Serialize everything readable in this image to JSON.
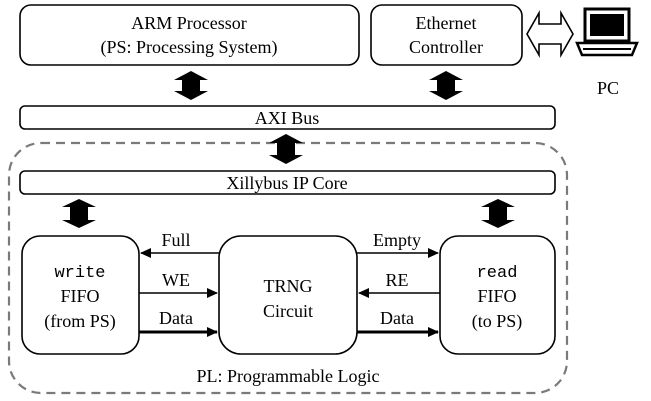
{
  "arm": {
    "line1": "ARM Processor",
    "line2": "(PS: Processing System)"
  },
  "ethernet": {
    "line1": "Ethernet",
    "line2": "Controller"
  },
  "pc_label": "PC",
  "axi_label": "AXI Bus",
  "xillybus_label": "Xillybus IP Core",
  "write_fifo": {
    "line1": "write",
    "line2": "FIFO",
    "line3": "(from PS)"
  },
  "trng": {
    "line1": "TRNG",
    "line2": "Circuit"
  },
  "read_fifo": {
    "line1": "read",
    "line2": "FIFO",
    "line3": "(to PS)"
  },
  "signals": {
    "full": "Full",
    "we": "WE",
    "data_left": "Data",
    "empty": "Empty",
    "re": "RE",
    "data_right": "Data"
  },
  "pl_label": "PL: Programmable Logic"
}
